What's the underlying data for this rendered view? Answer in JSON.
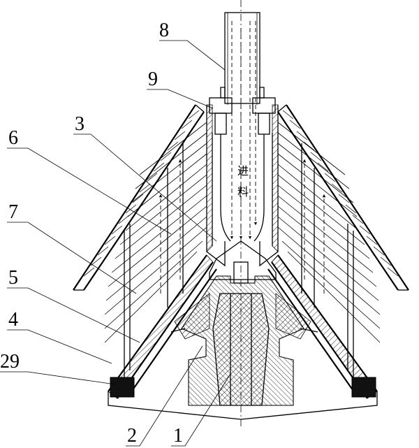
{
  "figure": {
    "feed_label_line1": "进",
    "feed_label_line2": "料",
    "callouts": [
      {
        "id": "8",
        "label": "8"
      },
      {
        "id": "9",
        "label": "9"
      },
      {
        "id": "3",
        "label": "3"
      },
      {
        "id": "6",
        "label": "6"
      },
      {
        "id": "7",
        "label": "7"
      },
      {
        "id": "5",
        "label": "5"
      },
      {
        "id": "4",
        "label": "4"
      },
      {
        "id": "29",
        "label": "29"
      },
      {
        "id": "2",
        "label": "2"
      },
      {
        "id": "1",
        "label": "1"
      }
    ]
  }
}
